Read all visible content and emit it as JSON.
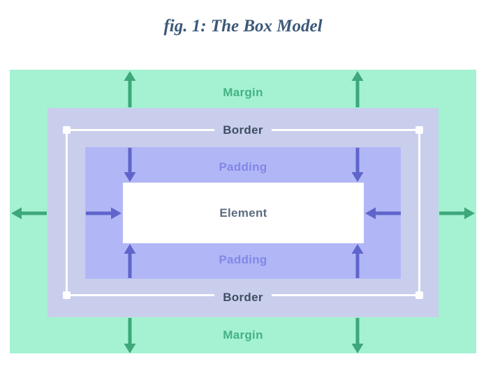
{
  "figure": {
    "title": "fig. 1: The Box Model"
  },
  "diagram": {
    "margin": {
      "label_top": "Margin",
      "label_bottom": "Margin"
    },
    "border": {
      "label_top": "Border",
      "label_bottom": "Border"
    },
    "padding": {
      "label_top": "Padding",
      "label_bottom": "Padding"
    },
    "element": {
      "label": "Element"
    },
    "colors": {
      "margin_bg": "#a4f2d2",
      "margin_label": "#46b183",
      "margin_arrow": "#3ea87a",
      "border_bg": "#c9ceec",
      "border_label": "#3f4e63",
      "border_outline": "#ffffff",
      "padding_bg": "#b1b7f6",
      "padding_label": "#8287e6",
      "padding_arrow": "#6065cb",
      "element_bg": "#ffffff",
      "element_label": "#5c6c80",
      "title": "#3c5878"
    }
  }
}
